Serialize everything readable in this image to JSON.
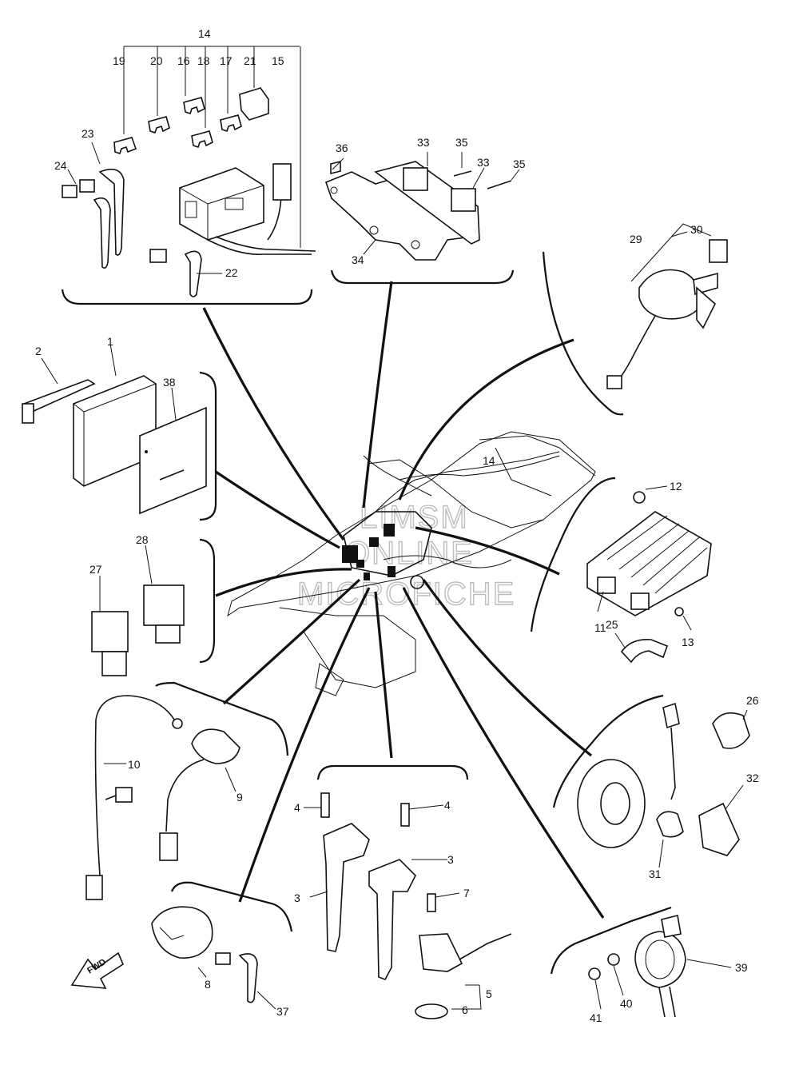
{
  "watermark": {
    "line1": "LIMSM",
    "line2": "ONLINE",
    "line3": "MICROFICHE"
  },
  "fwd_label": "FWD",
  "labels": {
    "p1": "1",
    "p2": "2",
    "p3a": "3",
    "p3b": "3",
    "p4a": "4",
    "p4b": "4",
    "p5": "5",
    "p6": "6",
    "p7": "7",
    "p8": "8",
    "p9": "9",
    "p10": "10",
    "p11": "11",
    "p12": "12",
    "p13": "13",
    "p14": "14",
    "p14b": "14",
    "p15": "15",
    "p16": "16",
    "p17": "17",
    "p18": "18",
    "p19": "19",
    "p20": "20",
    "p21": "21",
    "p22": "22",
    "p23": "23",
    "p24": "24",
    "p25": "25",
    "p26": "26",
    "p27": "27",
    "p28": "28",
    "p29": "29",
    "p30": "30",
    "p31": "31",
    "p32": "32",
    "p33a": "33",
    "p33b": "33",
    "p34": "34",
    "p35a": "35",
    "p35b": "35",
    "p36": "36",
    "p37": "37",
    "p38": "38",
    "p39": "39",
    "p40": "40",
    "p41": "41"
  }
}
